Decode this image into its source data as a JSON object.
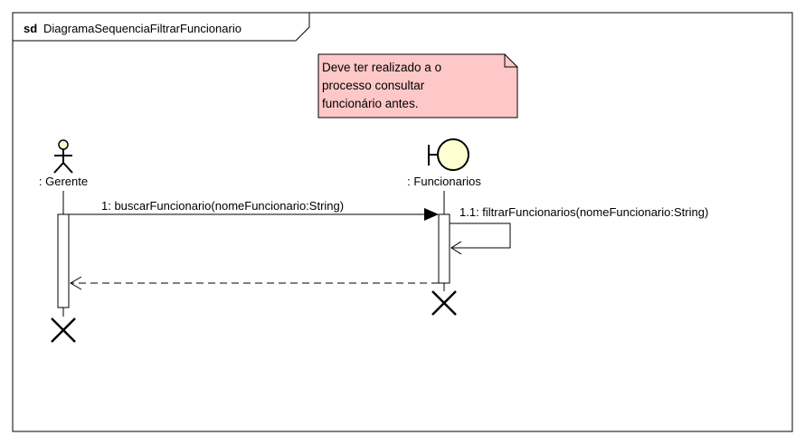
{
  "frame": {
    "keyword": "sd",
    "name": "DiagramaSequenciaFiltrarFuncionario"
  },
  "note": {
    "lines": [
      "Deve ter realizado a o",
      "processo consultar",
      "funcionário antes."
    ],
    "fill": "#ffc8c8"
  },
  "lifelines": [
    {
      "label": ": Gerente",
      "kind": "actor",
      "icon": "actor-stick-figure-icon"
    },
    {
      "label": ": Funcionarios",
      "kind": "boundary",
      "icon": "boundary-circle-icon"
    }
  ],
  "messages": [
    {
      "label": "1: buscarFuncionario(nomeFuncionario:String)",
      "type": "synchronous"
    },
    {
      "label": "1.1: filtrarFuncionarios(nomeFuncionario:String)",
      "type": "self"
    },
    {
      "label": "",
      "type": "return"
    }
  ],
  "colors": {
    "icon_fill": "#ffffd2",
    "line": "#000000",
    "note_fill": "#ffc8c8"
  }
}
